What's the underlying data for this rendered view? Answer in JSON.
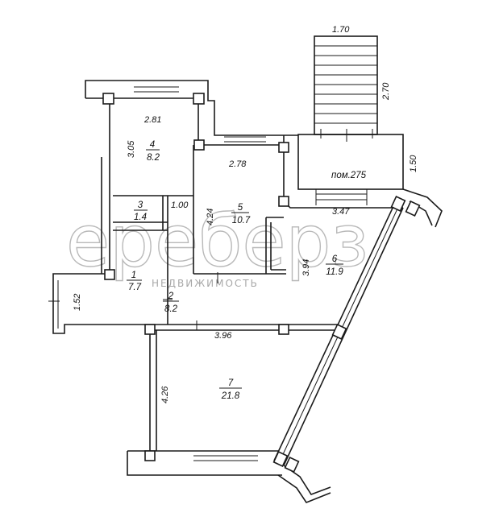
{
  "watermark": {
    "brand": "ереберз",
    "tagline": "НЕДВИЖИМОСТЬ"
  },
  "rooms": [
    {
      "id": "4",
      "number": "4",
      "area": "8.2"
    },
    {
      "id": "3",
      "number": "3",
      "area": "1.4"
    },
    {
      "id": "5",
      "number": "5",
      "area": "10.7"
    },
    {
      "id": "6",
      "number": "6",
      "area": "11.9"
    },
    {
      "id": "1",
      "number": "1",
      "area": "7.7"
    },
    {
      "id": "2",
      "number": "2",
      "area": "8.2"
    },
    {
      "id": "7",
      "number": "7",
      "area": "21.8"
    }
  ],
  "room_annotation": "пом.275",
  "dimensions": {
    "stair_width": "1.70",
    "stair_length": "2.70",
    "room4_width": "2.81",
    "room4_height": "3.05",
    "room5_width": "2.78",
    "room5_height": "4.24",
    "small_width": "1.00",
    "porch_height": "1.50",
    "room6_width": "3.47",
    "room6_height": "3.94",
    "room1_height": "1.52",
    "room7_width": "3.96",
    "room7_height": "4.26"
  }
}
